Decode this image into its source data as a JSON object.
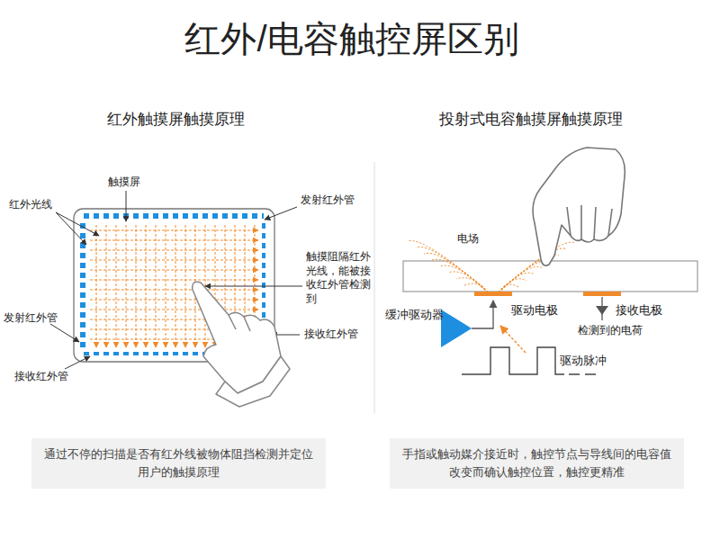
{
  "diagram": {
    "title": "红外/电容触控屏区别",
    "nodes": [
      {
        "text": [
          "通过不停的扫描是否有红外线被物体阻挡检测并定位用户的触摸原理"
        ]
      },
      {
        "text": [
          "手指或触动媒介接近时，触控节点与导线间的电容值改变而确认触控位置，触控更精准"
        ]
      }
    ],
    "labels": [
      "红外触摸屏触摸原理",
      "投射式电容触摸屏触摸原理",
      "触摸屏",
      "红外光线",
      "发射红外管",
      "触摸阻隔红外光线，能被接收红外管检测到",
      "发射红外管",
      "接收红外管",
      "接收红外管",
      "电场",
      "驱动电极",
      "接收电极",
      "缓冲驱动器",
      "检测到的电荷",
      "驱动脉冲"
    ]
  }
}
